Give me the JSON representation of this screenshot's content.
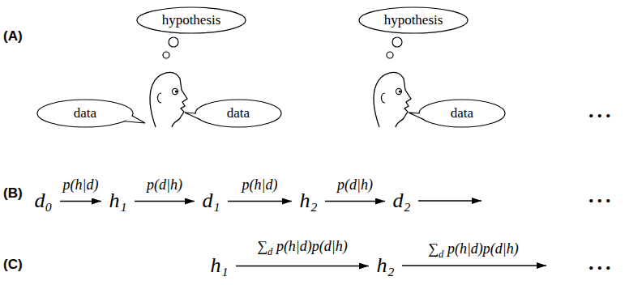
{
  "diagram": {
    "nodes": [
      {
        "text": [
          "data"
        ]
      },
      {
        "text": [
          "hypothesis"
        ]
      },
      {
        "text": [
          "data"
        ]
      },
      {
        "text": [
          "hypothesis"
        ]
      },
      {
        "text": [
          "data"
        ]
      },
      {
        "text": [
          "d₀"
        ]
      },
      {
        "text": [
          "h₁"
        ]
      },
      {
        "text": [
          "d₁"
        ]
      },
      {
        "text": [
          "h₂"
        ]
      },
      {
        "text": [
          "d₂"
        ]
      },
      {
        "text": [
          "h₁"
        ]
      },
      {
        "text": [
          "h₂"
        ]
      }
    ],
    "edges": [
      {
        "from": 5,
        "to": 6,
        "arrow": "to",
        "label": "p(h|d)"
      },
      {
        "from": 6,
        "to": 7,
        "arrow": "to",
        "label": "p(d|h)"
      },
      {
        "from": 7,
        "to": 8,
        "arrow": "to",
        "label": "p(h|d)"
      },
      {
        "from": 8,
        "to": 9,
        "arrow": "to",
        "label": "p(d|h)"
      },
      {
        "from": 10,
        "to": 11,
        "arrow": "to",
        "label": "∑d p(h|d)p(d|h)"
      }
    ],
    "labels": [
      "(A)",
      "...",
      "(B)",
      "...",
      "(C)",
      "∑d p(h|d)p(d|h)",
      "..."
    ]
  }
}
